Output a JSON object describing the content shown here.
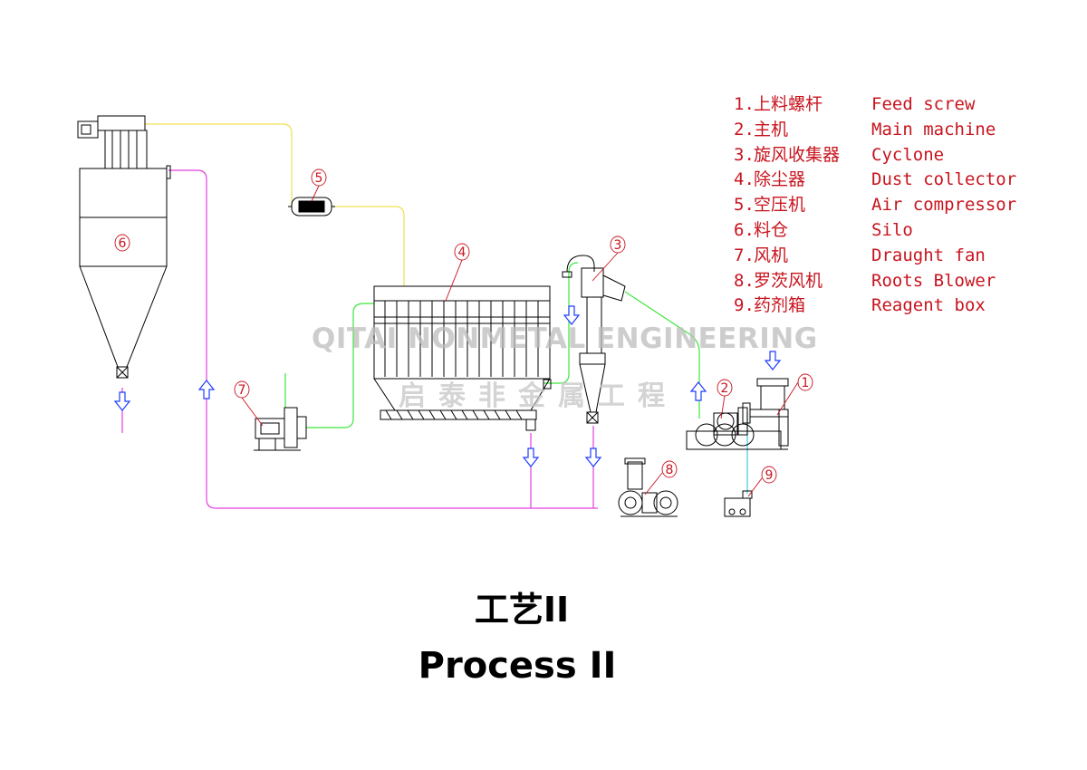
{
  "legend": [
    {
      "num": "1.",
      "zh": "上料螺杆",
      "en": "Feed screw"
    },
    {
      "num": "2.",
      "zh": "主机",
      "en": "Main machine"
    },
    {
      "num": "3.",
      "zh": "旋风收集器",
      "en": "Cyclone"
    },
    {
      "num": "4.",
      "zh": "除尘器",
      "en": "Dust collector"
    },
    {
      "num": "5.",
      "zh": "空压机",
      "en": "Air compressor"
    },
    {
      "num": "6.",
      "zh": "料仓",
      "en": "Silo"
    },
    {
      "num": "7.",
      "zh": "风机",
      "en": "Draught fan"
    },
    {
      "num": "8.",
      "zh": "罗茨风机",
      "en": "Roots Blower"
    },
    {
      "num": "9.",
      "zh": "药剂箱",
      "en": "Reagent box"
    }
  ],
  "callouts": {
    "c1": "1",
    "c2": "2",
    "c3": "3",
    "c4": "4",
    "c5": "5",
    "c6": "6",
    "c7": "7",
    "c8": "8",
    "c9": "9"
  },
  "watermark": {
    "en": "QITAI NONMETAL ENGINEERING",
    "zh": "启泰非金属工程"
  },
  "title": {
    "zh": "工艺II",
    "en": "Process II"
  },
  "colors": {
    "equipment": "#000000",
    "yellow_line": "#f0e050",
    "green_line": "#3ee63e",
    "magenta_line": "#e040e0",
    "cyan_line": "#40c8e0",
    "arrow_blue": "#1e3cff",
    "callout_red": "#c8141e"
  }
}
